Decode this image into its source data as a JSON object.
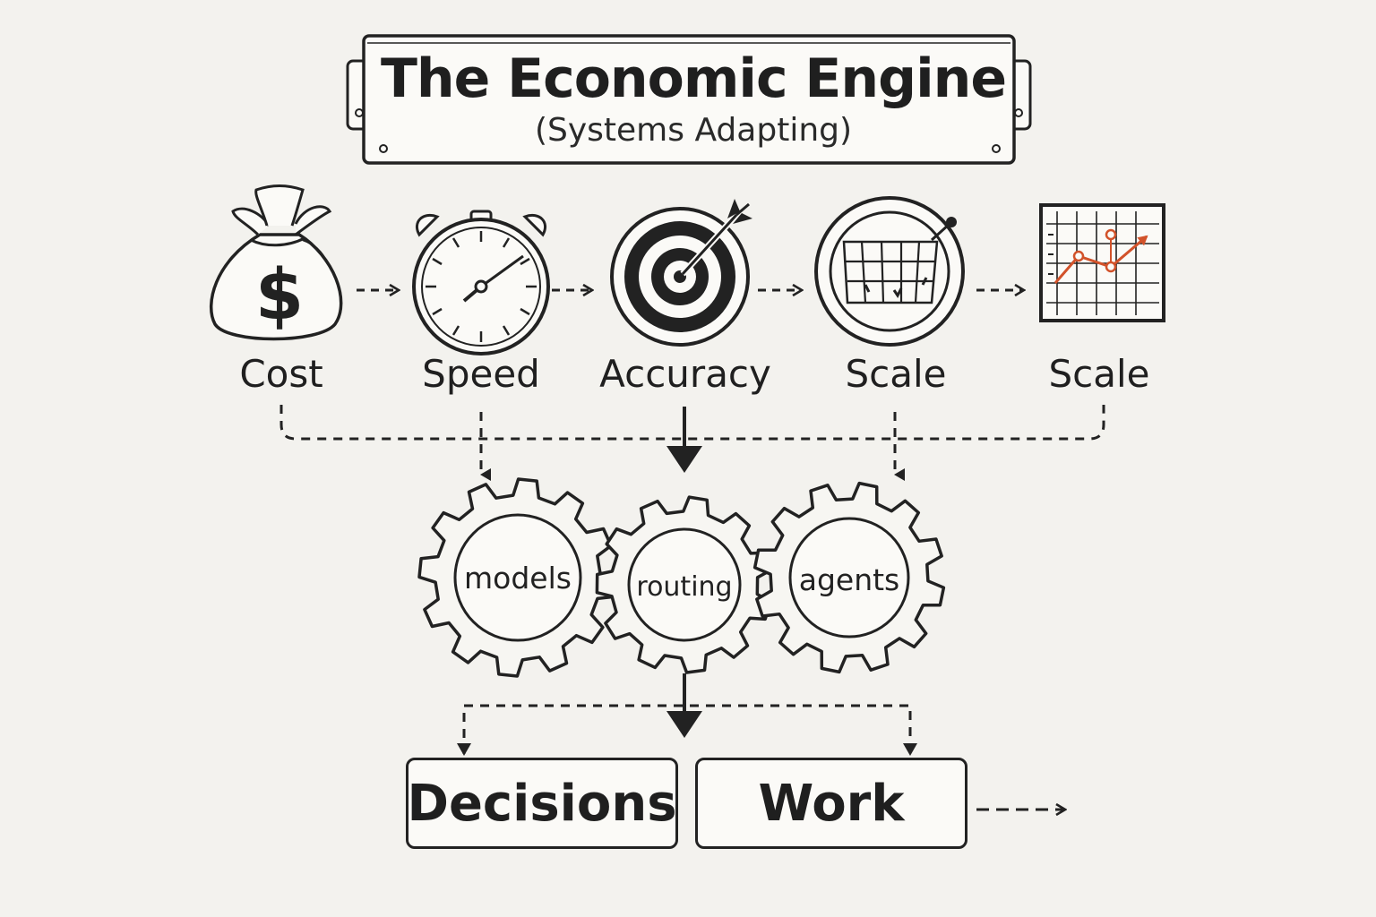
{
  "title": "The Economic Engine",
  "subtitle": "(Systems Adapting)",
  "factors": [
    {
      "label": "Cost",
      "icon": "money-bag-icon"
    },
    {
      "label": "Speed",
      "icon": "stopwatch-icon"
    },
    {
      "label": "Accuracy",
      "icon": "target-icon"
    },
    {
      "label": "Scale",
      "icon": "globe-grid-icon"
    },
    {
      "label": "Scale",
      "icon": "growth-chart-icon"
    }
  ],
  "money_symbol": "$",
  "gears": [
    "models",
    "routing",
    "agents"
  ],
  "outputs": [
    "Decisions",
    "Work"
  ],
  "colors": {
    "background": "#f3f2ee",
    "ink": "#222222",
    "chart_accent": "#d2522a"
  }
}
